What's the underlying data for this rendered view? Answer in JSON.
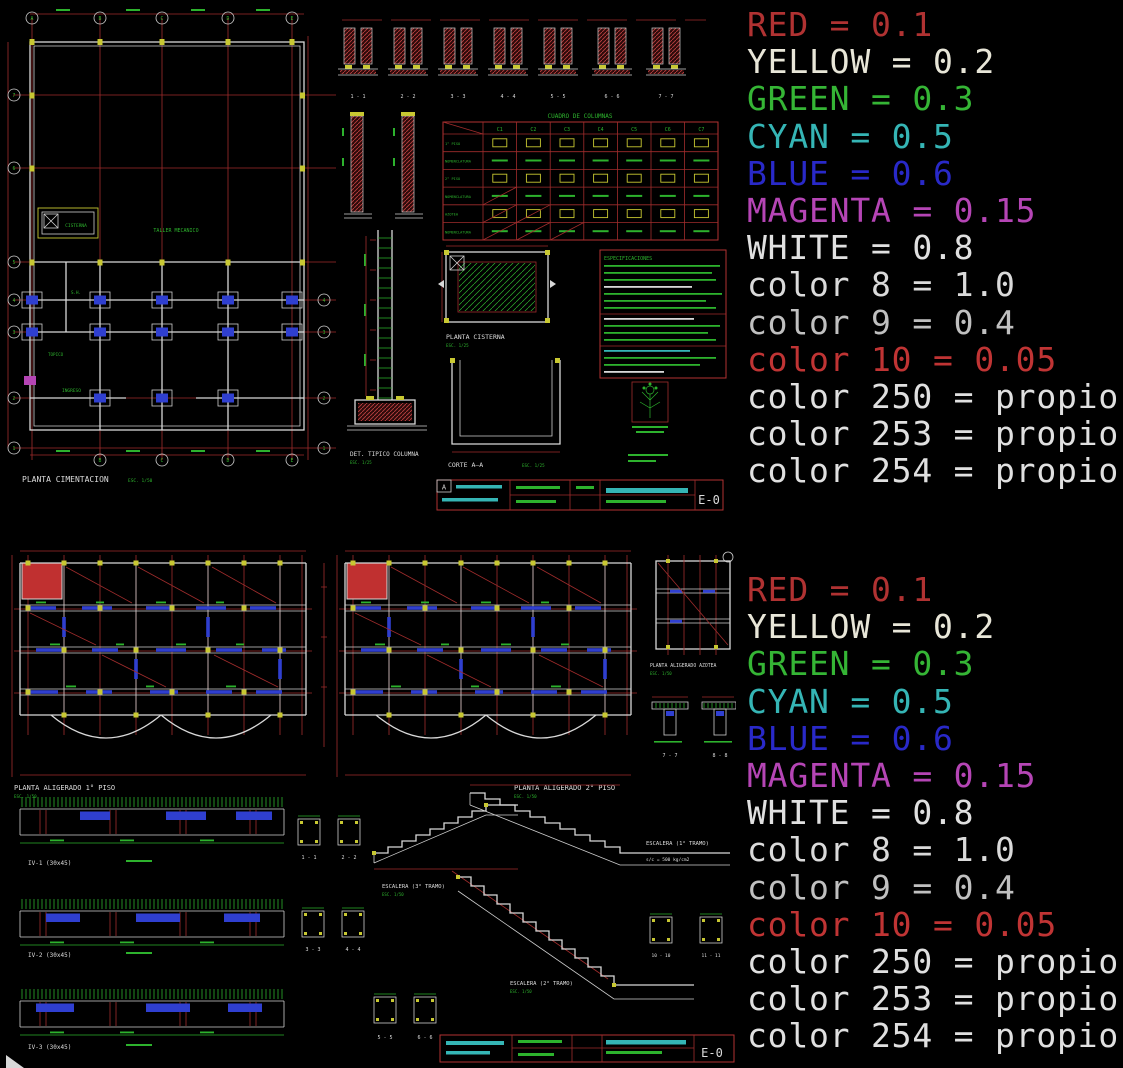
{
  "legend": {
    "items": [
      {
        "label": "RED = 0.1",
        "color": "#b03232"
      },
      {
        "label": "YELLOW = 0.2",
        "color": "#e8e6d8"
      },
      {
        "label": "GREEN = 0.3",
        "color": "#35b535"
      },
      {
        "label": "CYAN = 0.5",
        "color": "#35b5b5"
      },
      {
        "label": "BLUE = 0.6",
        "color": "#2929c8"
      },
      {
        "label": "MAGENTA = 0.15",
        "color": "#b545b5"
      },
      {
        "label": "WHITE = 0.8",
        "color": "#e0e0e0"
      },
      {
        "label": "color 8 = 1.0",
        "color": "#dadada"
      },
      {
        "label": "color 9 = 0.4",
        "color": "#c0c0c0"
      },
      {
        "label": "color 10 = 0.05",
        "color": "#c03434"
      },
      {
        "label": "color 250 = propio",
        "color": "#e0e0e0"
      },
      {
        "label": "color 253 = propio",
        "color": "#e0e0e0"
      },
      {
        "label": "color 254 = propio",
        "color": "#e0e0e0"
      }
    ]
  },
  "top": {
    "plan_title": "PLANTA  CIMENTACION",
    "scale_note": "ESC. 1/50",
    "cisterna_scale": "ESC. 1/25",
    "rooms": {
      "taller": "TALLER MECANICO",
      "ingreso": "INGRESO",
      "topico": "TOPICO",
      "sh": "S.H.",
      "cisterna": "CISTERNA"
    },
    "grid_letters": [
      "A",
      "B",
      "C",
      "D",
      "E"
    ],
    "grid_numbers": [
      "7",
      "6",
      "5",
      "4",
      "3",
      "2",
      "1"
    ],
    "sections": [
      "1 - 1",
      "2 - 2",
      "3 - 3",
      "4 - 4",
      "5 - 5",
      "6 - 6",
      "7 - 7"
    ],
    "cuadro": {
      "title": "CUADRO DE COLUMNAS",
      "cols": [
        "C1",
        "C2",
        "C3",
        "C4",
        "C5",
        "C6",
        "C7"
      ],
      "rows": [
        "1° PISO",
        "NOMENCLATURA",
        "2° PISO",
        "NOMENCLATURA",
        "AZOTEA",
        "NOMENCLATURA"
      ]
    },
    "det_columna": "DET. TIPICO COLUMNA",
    "cisterna_plan": "PLANTA  CISTERNA",
    "corte": "CORTE  A—A",
    "specs_title": "ESPECIFICACIONES",
    "titleblock": {
      "rev": "A",
      "sheet": "E-0"
    }
  },
  "bottom": {
    "plan1": "PLANTA  ALIGERADO  1°  PISO",
    "plan2": "PLANTA  ALIGERADO  2°  PISO",
    "azotea": "PLANTA  ALIGERADO  AZOTEA",
    "scale_note": "ESC. 1/50",
    "esc1": "ESCALERA (1° TRAMO)",
    "esc1_note": "s/c = 500 kg/cm2",
    "esc2": "ESCALERA (2° TRAMO)",
    "esc3": "ESCALERA (3° TRAMO)",
    "beam1": "IV-1 (30x45)",
    "beam2": "IV-2 (30x45)",
    "beam3": "IV-3 (30x45)",
    "sections": {
      "s1": "1 - 1",
      "s2": "2 - 2",
      "s3": "3 - 3",
      "s4": "4 - 4",
      "s5": "5 - 5",
      "s6": "6 - 6",
      "s7": "7 - 7",
      "s8": "8 - 8",
      "s10": "10 - 10",
      "s11": "11 - 11"
    },
    "titleblock": {
      "sheet": "E-0"
    }
  }
}
